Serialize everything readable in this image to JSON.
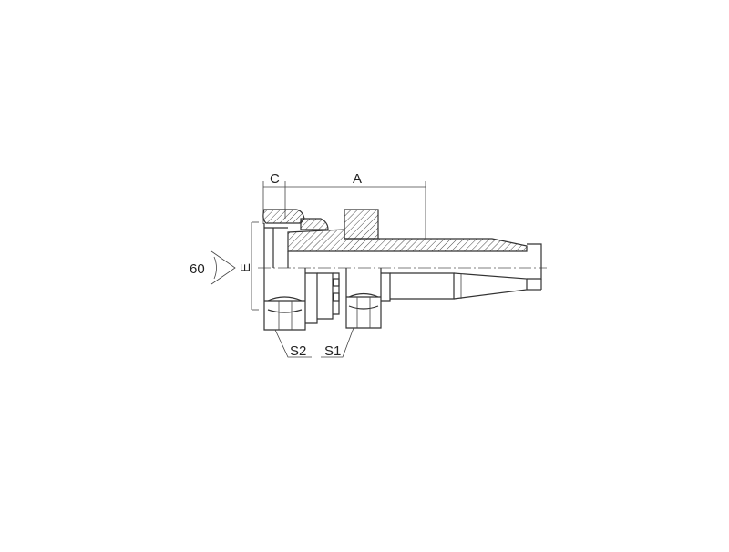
{
  "labels": {
    "dim_c": "C",
    "dim_a": "A",
    "dim_e": "E",
    "angle": "60",
    "nut_s1": "S1",
    "nut_s2": "S2"
  },
  "colors": {
    "line": "#333333",
    "background": "#ffffff"
  }
}
